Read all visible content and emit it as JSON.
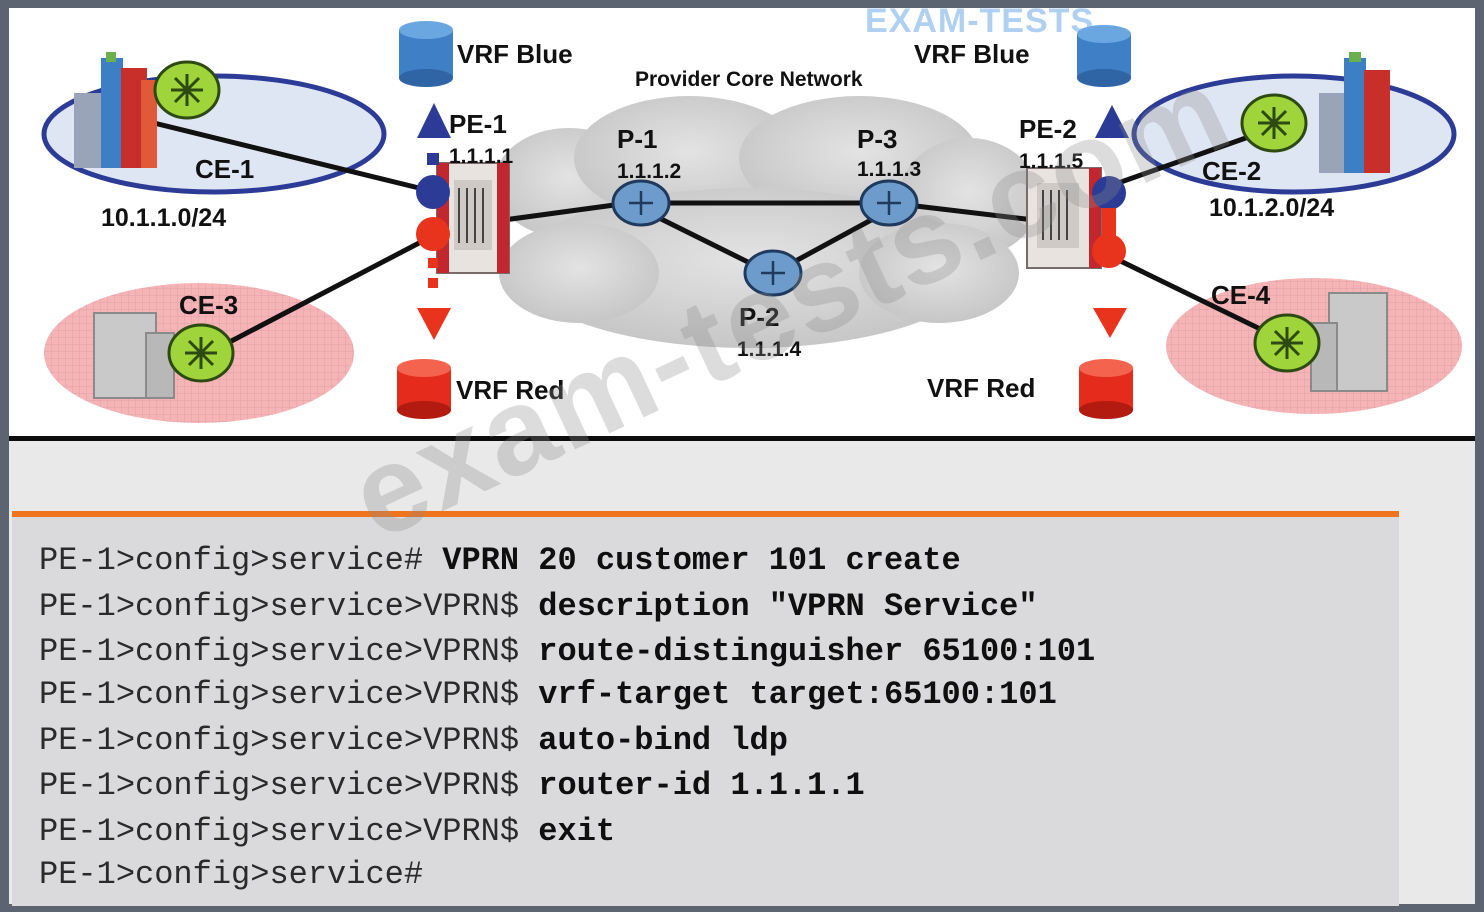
{
  "diagram": {
    "core_label": "Provider Core Network",
    "nodes": {
      "pe1": {
        "name": "PE-1",
        "ip": "1.1.1.1"
      },
      "pe2": {
        "name": "PE-2",
        "ip": "1.1.1.5"
      },
      "p1": {
        "name": "P-1",
        "ip": "1.1.1.2"
      },
      "p2": {
        "name": "P-2",
        "ip": "1.1.1.4"
      },
      "p3": {
        "name": "P-3",
        "ip": "1.1.1.3"
      },
      "ce1": {
        "name": "CE-1",
        "subnet": "10.1.1.0/24"
      },
      "ce2": {
        "name": "CE-2",
        "subnet": "10.1.2.0/24"
      },
      "ce3": {
        "name": "CE-3"
      },
      "ce4": {
        "name": "CE-4"
      }
    },
    "vrf": {
      "blue_left": "VRF Blue",
      "blue_right": "VRF Blue",
      "red_left": "VRF Red",
      "red_right": "VRF Red"
    },
    "colors": {
      "blue_vrf": "#2a5aa8",
      "red_vrf": "#e8341c",
      "blue_site": "#dfe6f3",
      "red_site": "#f6b4b7",
      "router": "#9fd43a",
      "core_router": "#6d9ccc",
      "panel_accent": "#f0731e"
    }
  },
  "cli": {
    "lines": [
      {
        "prompt": "PE-1>config>service# ",
        "command": "VPRN 20 customer 101 create"
      },
      {
        "prompt": "PE-1>config>service>VPRN$ ",
        "command": "description \"VPRN Service\""
      },
      {
        "prompt": "PE-1>config>service>VPRN$ ",
        "command": "route-distinguisher 65100:101"
      },
      {
        "prompt": "PE-1>config>service>VPRN$ ",
        "command": "vrf-target target:65100:101"
      },
      {
        "prompt": "PE-1>config>service>VPRN$ ",
        "command": "auto-bind ldp"
      },
      {
        "prompt": "PE-1>config>service>VPRN$ ",
        "command": "router-id 1.1.1.1"
      },
      {
        "prompt": "PE-1>config>service>VPRN$ ",
        "command": "exit"
      },
      {
        "prompt": "PE-1>config>service#",
        "command": ""
      }
    ]
  },
  "watermarks": {
    "large": "exam-tests.com",
    "logo": "EXAM-TESTS"
  }
}
